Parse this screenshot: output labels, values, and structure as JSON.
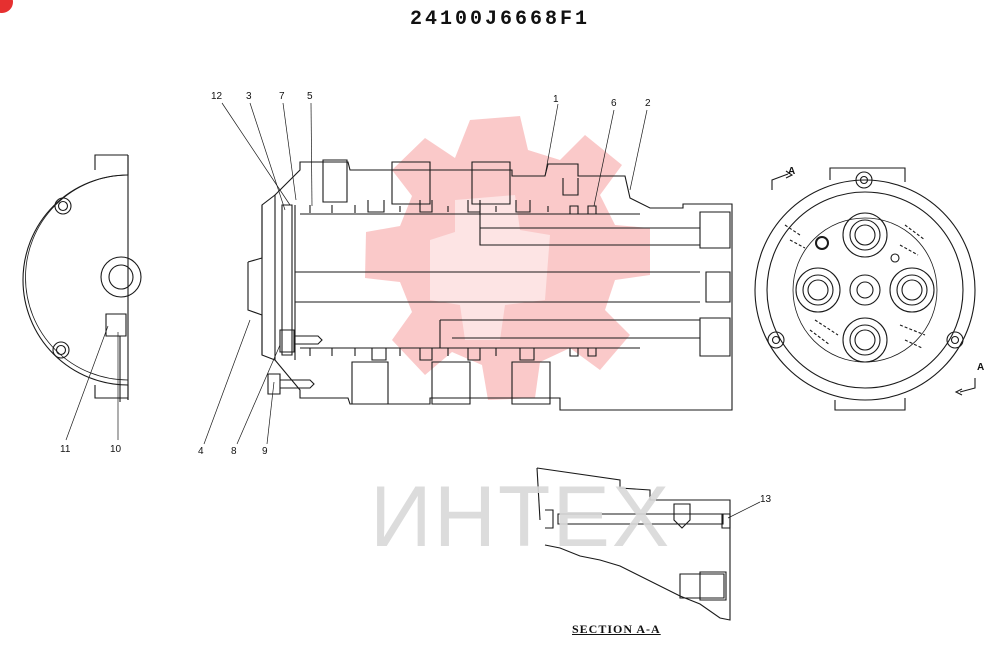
{
  "title": "24100J6668F1",
  "section_label": "SECTION A-A",
  "view_marker": "A",
  "watermark": "ИНТЕХ",
  "callouts": [
    "1",
    "2",
    "3",
    "4",
    "5",
    "6",
    "7",
    "8",
    "9",
    "10",
    "11",
    "12",
    "13"
  ],
  "colors": {
    "line": "#1a1a1a",
    "watermark": "#f05a5a",
    "badge": "#e63030"
  }
}
